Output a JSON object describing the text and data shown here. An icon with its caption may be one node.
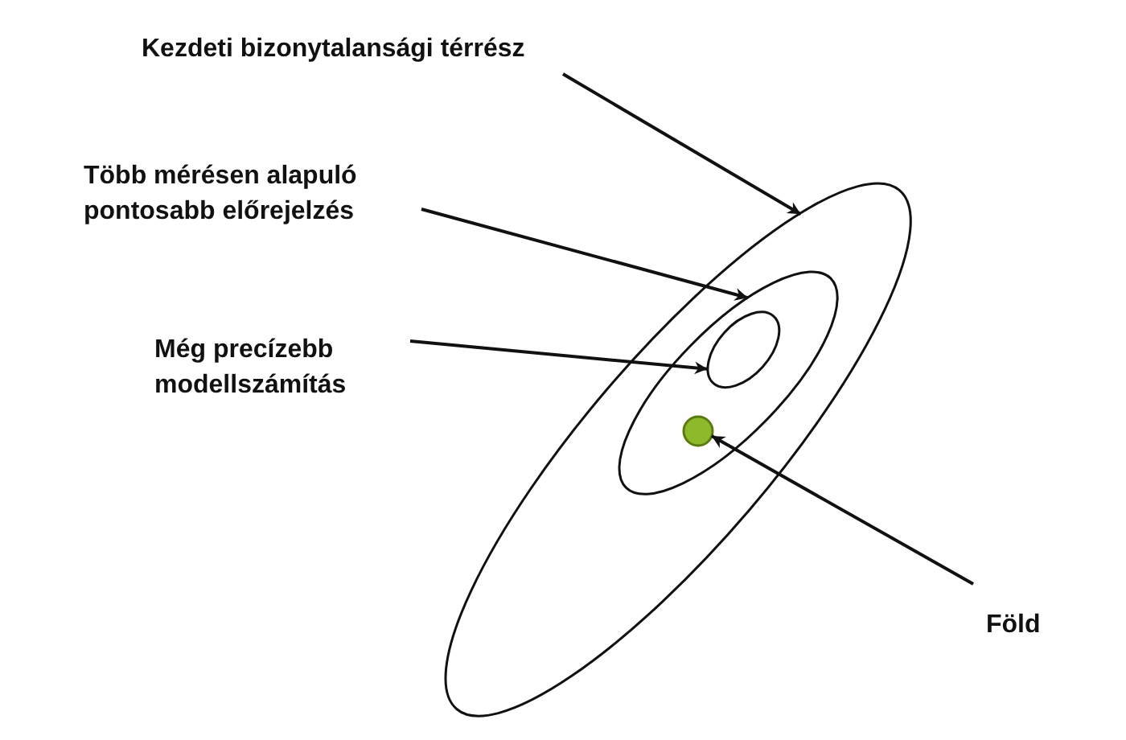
{
  "diagram": {
    "nodes": [
      {
        "text": [
          "Kezdeti bizonytalansági térrész"
        ]
      },
      {
        "text": [
          "Több mérésen alapuló pontosabb előrejelzés"
        ]
      },
      {
        "text": [
          "Még precízebb modellszámítás"
        ]
      },
      {
        "text": [
          "Föld"
        ]
      },
      {
        "text": [],
        "shape": "ellipse"
      },
      {
        "text": [],
        "shape": "ellipse",
        "in": 4
      },
      {
        "text": [],
        "shape": "ellipse",
        "in": 5
      },
      {
        "text": [],
        "shape": "circle",
        "in": 5
      }
    ],
    "edges": [
      {
        "from": 0,
        "to": 4,
        "arrow": "to"
      },
      {
        "from": 1,
        "to": 5,
        "arrow": "to"
      },
      {
        "from": 2,
        "to": 6,
        "arrow": "to"
      },
      {
        "from": 3,
        "to": 7,
        "arrow": "to"
      }
    ]
  }
}
